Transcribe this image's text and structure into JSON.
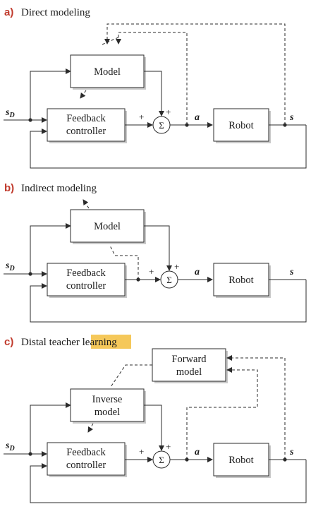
{
  "sections": [
    {
      "letter": "a)",
      "title": "Direct modeling"
    },
    {
      "letter": "b)",
      "title": "Indirect modeling"
    },
    {
      "letter": "c)",
      "title_pre": "Distal teacher ",
      "title_hl": "learning"
    }
  ],
  "blocks": {
    "model": "Model",
    "feedback_1": "Feedback",
    "feedback_2": "controller",
    "robot": "Robot",
    "forward_1": "Forward",
    "forward_2": "model",
    "inverse_1": "Inverse",
    "inverse_2": "model"
  },
  "signals": {
    "sd_main": "s",
    "sd_sub": "D",
    "a": "a",
    "s": "s",
    "plus": "+",
    "sigma": "Σ"
  },
  "colors": {
    "section_letter": "#c0392b",
    "highlight": "#f5c85a"
  }
}
